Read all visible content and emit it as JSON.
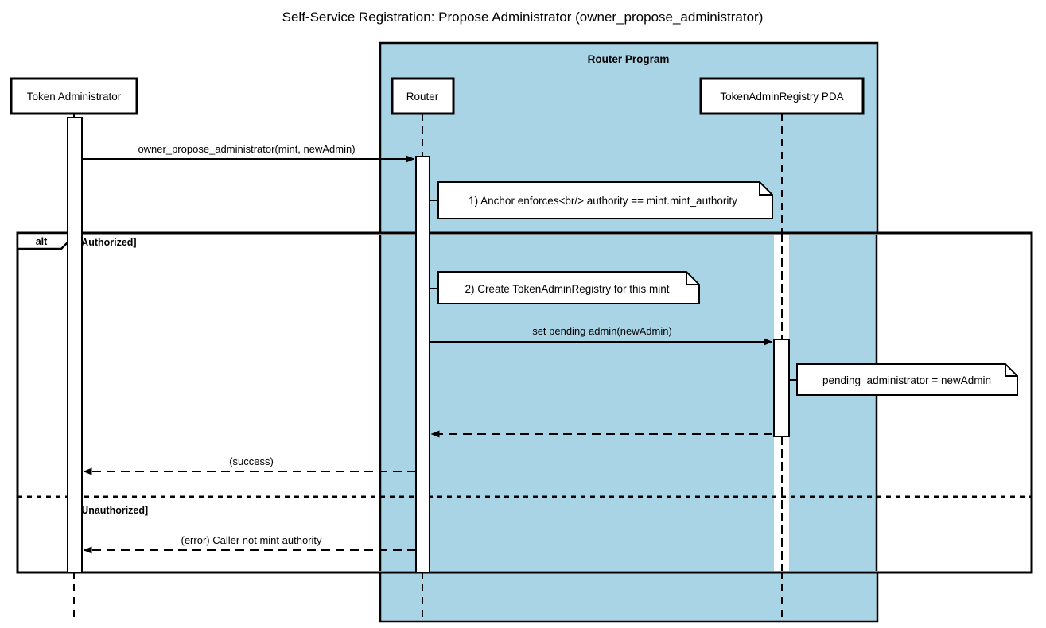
{
  "diagram": {
    "kind": "uml-sequence-diagram",
    "title": "Self-Service Registration: Propose Administrator (owner_propose_administrator)",
    "colors": {
      "group_box_fill": "#a9d4e5",
      "group_box_stroke": "#000000",
      "participant_fill": "#ffffff",
      "participant_stroke": "#000000",
      "note_fill": "#ffffff",
      "note_stroke": "#000000",
      "line": "#000000",
      "background": "#ffffff"
    },
    "group_box": {
      "label": "Router Program",
      "contains": [
        "Router",
        "TokenAdminRegistry PDA"
      ]
    },
    "participants": [
      {
        "id": "admin",
        "label": "Token Administrator",
        "inside_group": false
      },
      {
        "id": "router",
        "label": "Router",
        "inside_group": true
      },
      {
        "id": "pda",
        "label": "TokenAdminRegistry PDA",
        "inside_group": true
      }
    ],
    "fragment": {
      "kind": "alt",
      "branches": [
        {
          "guard": "[Authorized]"
        },
        {
          "guard": "[Unauthorized]"
        }
      ]
    },
    "messages": [
      {
        "id": "m1",
        "from": "admin",
        "to": "router",
        "label": "owner_propose_administrator(mint, newAdmin)",
        "style": "solid",
        "arrow": "filled"
      },
      {
        "id": "m2",
        "from": "router",
        "to": "pda",
        "label": "set pending admin(newAdmin)",
        "style": "solid",
        "arrow": "filled"
      },
      {
        "id": "m3",
        "from": "pda",
        "to": "router",
        "label": "",
        "style": "dashed",
        "arrow": "filled"
      },
      {
        "id": "m4",
        "from": "router",
        "to": "admin",
        "label": "(success)",
        "style": "dashed",
        "arrow": "filled"
      },
      {
        "id": "m5",
        "from": "router",
        "to": "admin",
        "label": "(error) Caller not mint authority",
        "style": "dashed",
        "arrow": "filled"
      }
    ],
    "notes": [
      {
        "id": "n1",
        "anchor": "router",
        "side": "right",
        "text": "1) Anchor enforces<br/> authority == mint.mint_authority"
      },
      {
        "id": "n2",
        "anchor": "router",
        "side": "right",
        "text": "2) Create TokenAdminRegistry for this mint"
      },
      {
        "id": "n3",
        "anchor": "pda",
        "side": "right",
        "text": "pending_administrator = newAdmin"
      }
    ]
  }
}
